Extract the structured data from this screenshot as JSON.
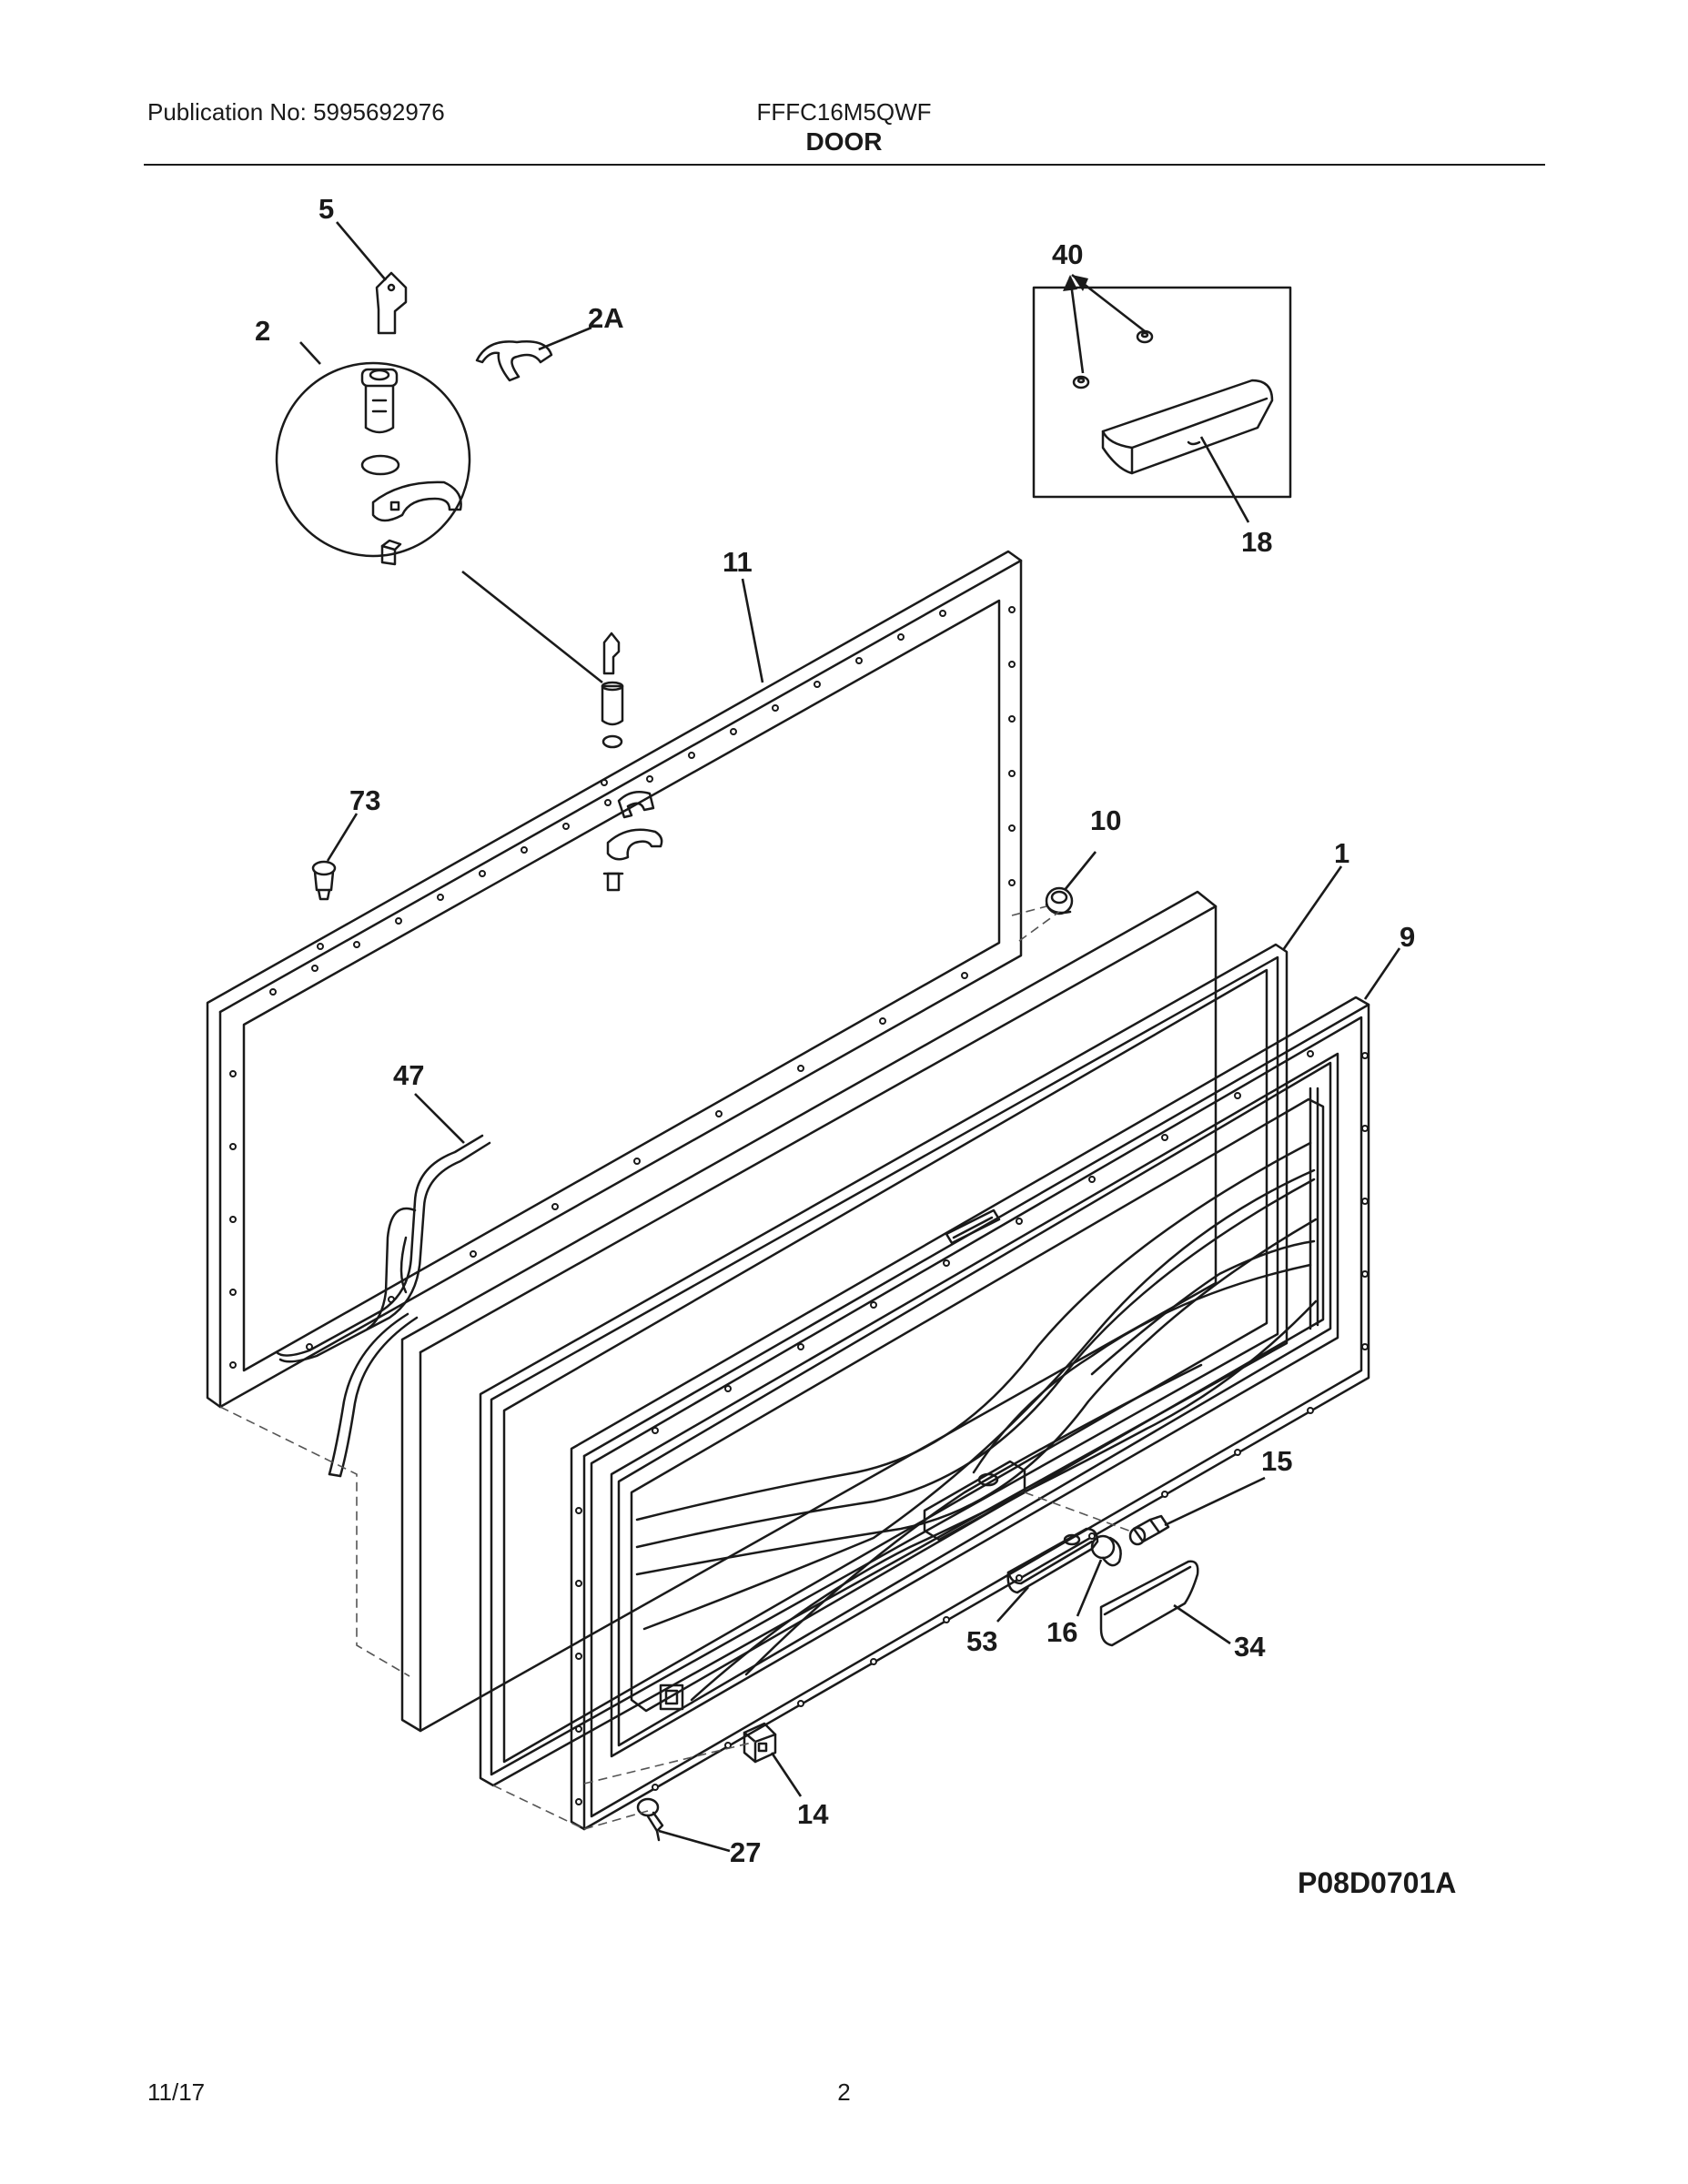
{
  "header": {
    "publication": "Publication No: 5995692976",
    "model": "FFFC16M5QWF",
    "section": "DOOR"
  },
  "diagram": {
    "reference": "P08D0701A",
    "callouts": {
      "c5": "5",
      "c2": "2",
      "c2A": "2A",
      "c40": "40",
      "c18": "18",
      "c11": "11",
      "c73": "73",
      "c10": "10",
      "c1": "1",
      "c9": "9",
      "c47": "47",
      "c15": "15",
      "c53": "53",
      "c16": "16",
      "c34": "34",
      "c14": "14",
      "c27": "27"
    }
  },
  "footer": {
    "date": "11/17",
    "page": "2"
  }
}
